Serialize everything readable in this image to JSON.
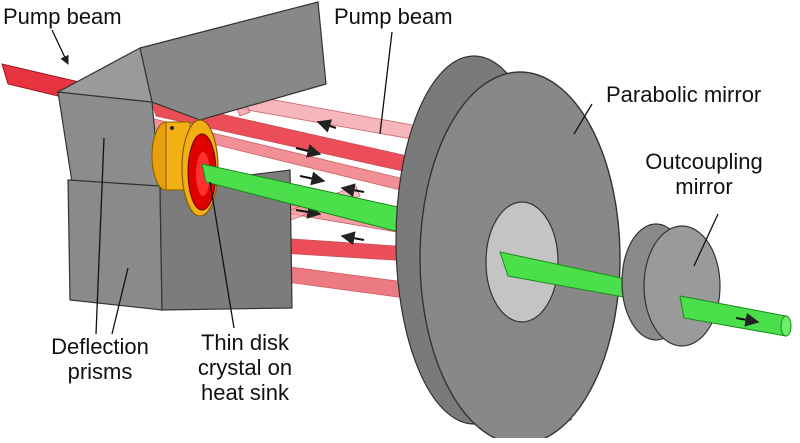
{
  "labels": {
    "pump_beam_left": "Pump beam",
    "pump_beam_right": "Pump beam",
    "parabolic_mirror": "Parabolic mirror",
    "outcoupling_line1": "Outcoupling",
    "outcoupling_line2": "mirror",
    "deflection_line1": "Deflection",
    "deflection_line2": "prisms",
    "thin_disk_line1": "Thin disk",
    "thin_disk_line2": "crystal on",
    "thin_disk_line3": "heat sink"
  },
  "colors": {
    "prism_face": "#8a8a8a",
    "prism_edge": "#333333",
    "mirror_face": "#888888",
    "mirror_side": "#6f6f6f",
    "hole": "#c4c4c4",
    "pump_red": "#e8303c",
    "pump_red_faded": "#f08890",
    "laser_green": "#33dd33",
    "heat_sink": "#f2b015",
    "disk_red": "#e00000"
  }
}
